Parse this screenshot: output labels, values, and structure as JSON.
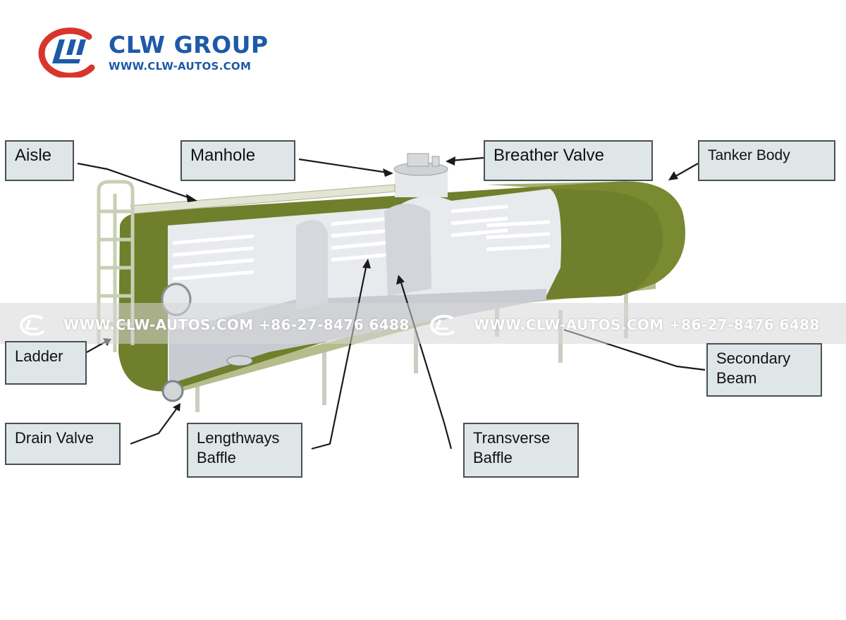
{
  "logo": {
    "title": "CLW GROUP",
    "url": "WWW.CLW-AUTOS.COM",
    "colors": {
      "ring": "#d9352b",
      "text": "#1e5aa8"
    }
  },
  "labels": {
    "aisle": "Aisle",
    "manhole": "Manhole",
    "breather_valve": "Breather Valve",
    "tanker_body": "Tanker Body",
    "ladder": "Ladder",
    "secondary_beam": "Secondary Beam",
    "drain_valve": "Drain Valve",
    "lengthways_baffle": "Lengthways Baffle",
    "transverse_baffle": "Transverse Baffle"
  },
  "watermark": {
    "text": "WWW.CLW-AUTOS.COM  +86-27-8476 6488"
  },
  "colors": {
    "tank_green": "#6f7f2b",
    "interior": "#e8eaee",
    "label_bg": "#dfe6e8",
    "label_border": "#4a4f52"
  }
}
